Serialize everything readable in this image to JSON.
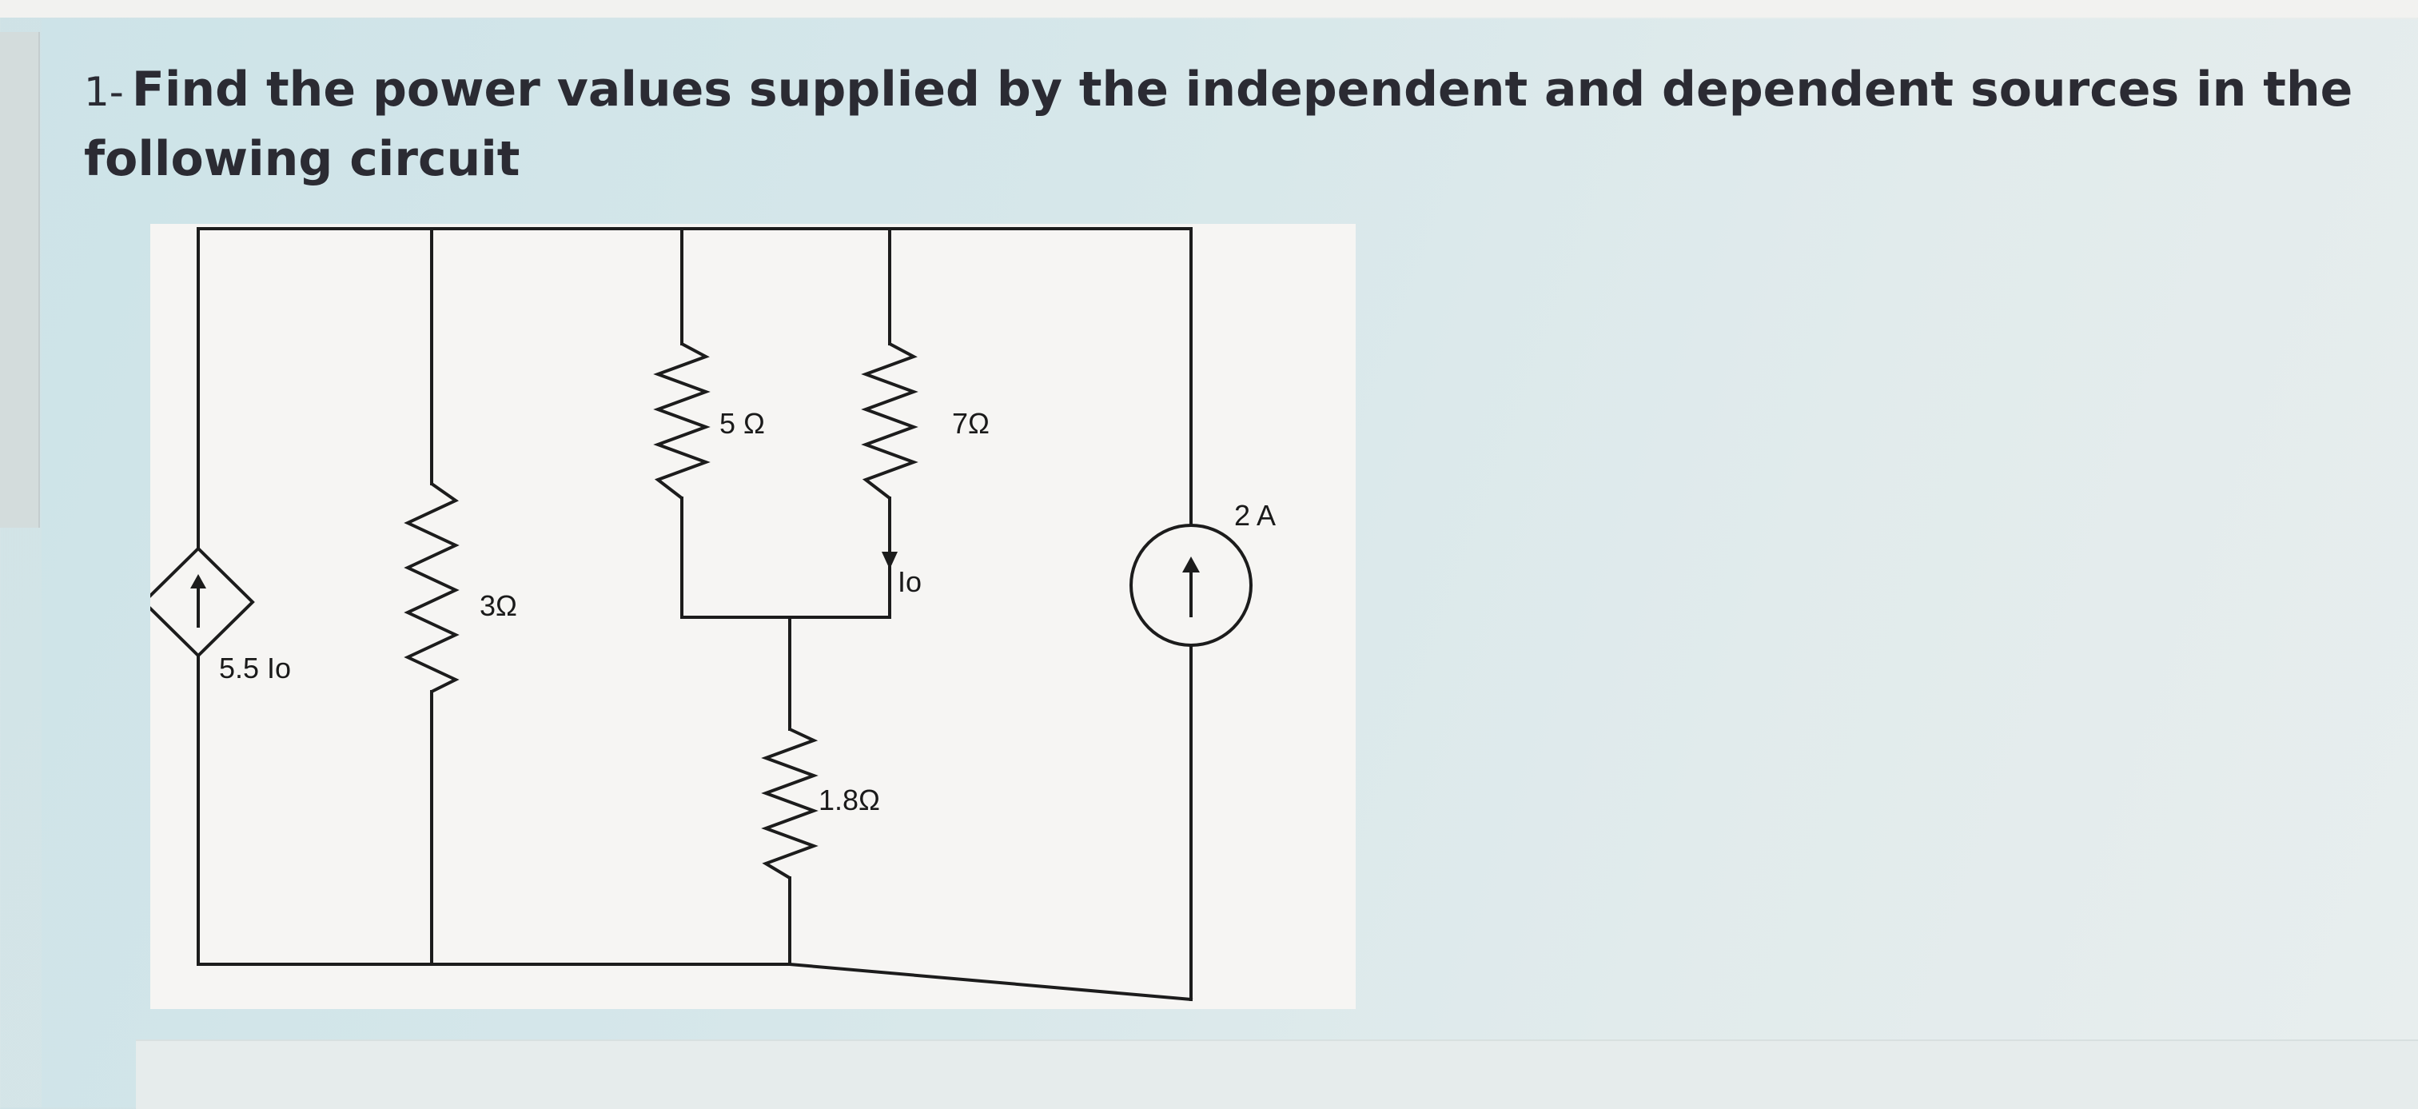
{
  "question": {
    "number": "1-",
    "text": "Find the power values supplied by the independent and dependent sources in the following circuit"
  },
  "circuit": {
    "dependent_source_label": "5.5 Io",
    "r1_label": "3Ω",
    "r2_label": "5 Ω",
    "r3_label": "7Ω",
    "r4_label": "1.8Ω",
    "current_label": "Io",
    "source_label": "2 A"
  },
  "colors": {
    "wire": "#1c1c1c",
    "text": "#2b2b33",
    "figure_background": "#f6f5f3"
  }
}
